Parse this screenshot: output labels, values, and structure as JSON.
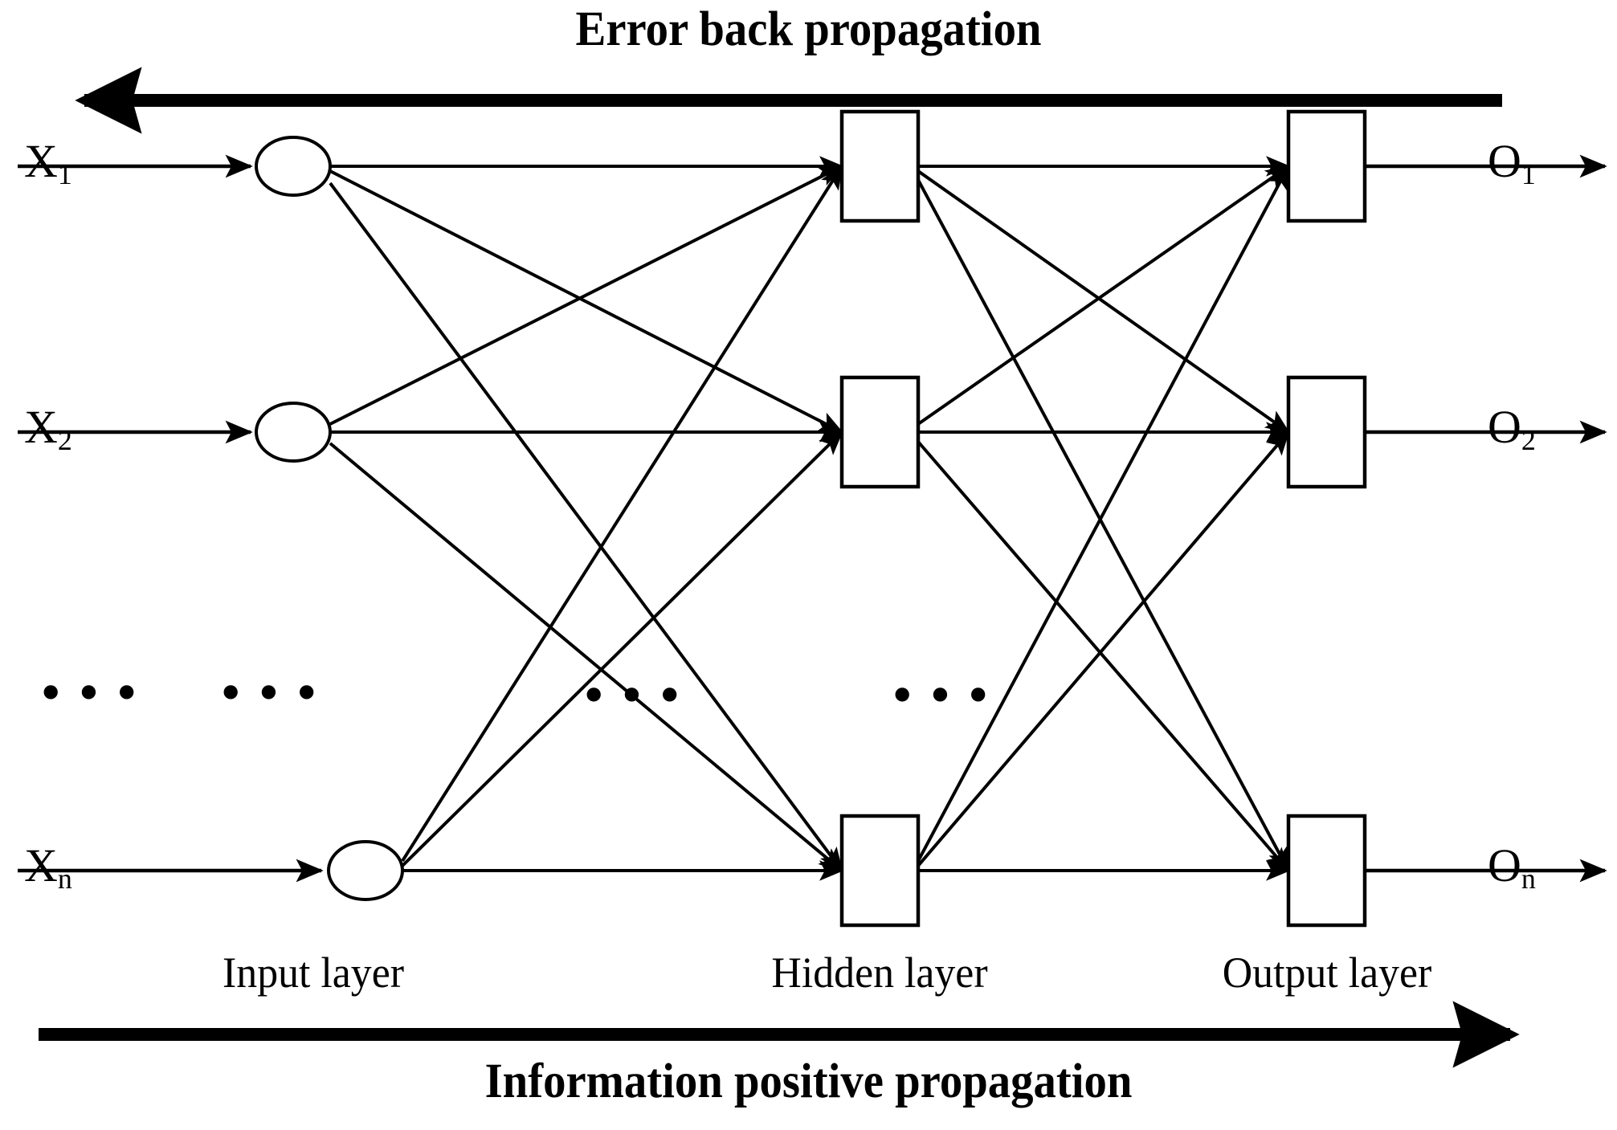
{
  "diagram": {
    "type": "neural-network-architecture",
    "title_top": "Error back propagation",
    "title_bottom": "Information positive propagation",
    "background_color": "#ffffff",
    "stroke_color": "#000000"
  },
  "banners": {
    "top": {
      "label": "Error back propagation",
      "arrow_direction": "left",
      "arrow_name": "error-back-propagation-arrow"
    },
    "bottom": {
      "label": "Information positive propagation",
      "arrow_direction": "right",
      "arrow_name": "information-positive-propagation-arrow"
    }
  },
  "layers": [
    {
      "id": "input",
      "label": "Input layer",
      "node_shape": "ellipse",
      "node_count_shown": 3
    },
    {
      "id": "hidden",
      "label": "Hidden layer",
      "node_shape": "rectangle",
      "node_count_shown": 3
    },
    {
      "id": "output",
      "label": "Output layer",
      "node_shape": "rectangle",
      "node_count_shown": 3
    }
  ],
  "inputs": [
    {
      "base": "X",
      "sub": "1"
    },
    {
      "base": "X",
      "sub": "2"
    },
    {
      "base": "X",
      "sub": "n"
    }
  ],
  "outputs": [
    {
      "base": "O",
      "sub": "1"
    },
    {
      "base": "O",
      "sub": "2"
    },
    {
      "base": "O",
      "sub": "n"
    }
  ],
  "ellipsis_groups": [
    {
      "name": "ellipsis-input-labels",
      "text": "• • •"
    },
    {
      "name": "ellipsis-input-nodes",
      "text": "• • •"
    },
    {
      "name": "ellipsis-edges-left",
      "text": "• • •"
    },
    {
      "name": "ellipsis-hidden-nodes",
      "text": "• • •"
    }
  ],
  "connections": {
    "input_to_hidden": "fully-connected",
    "hidden_to_output": "fully-connected",
    "edge_style": "arrow-head-at-target"
  }
}
